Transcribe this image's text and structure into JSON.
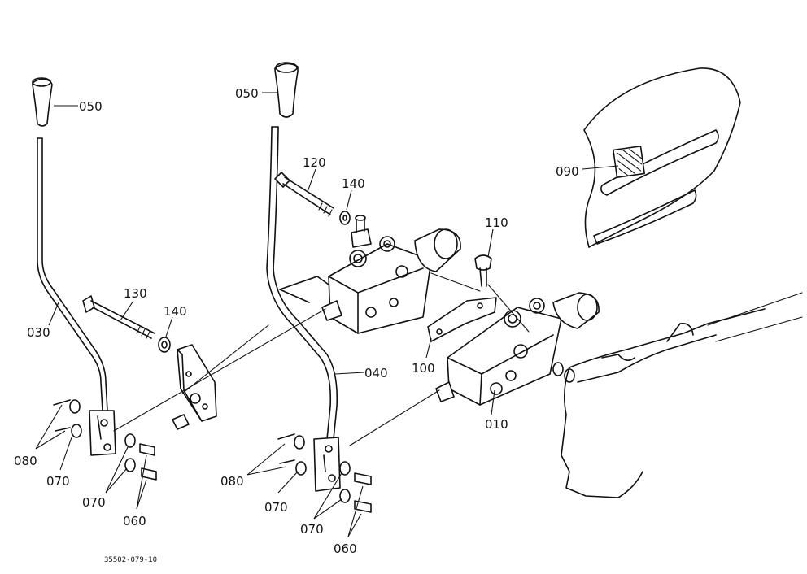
{
  "diagram": {
    "callouts": {
      "c050_left": "050",
      "c050_right": "050",
      "c120": "120",
      "c140_top": "140",
      "c110": "110",
      "c090": "090",
      "c130": "130",
      "c140_left": "140",
      "c030": "030",
      "c040": "040",
      "c100": "100",
      "c010": "010",
      "c080_left": "080",
      "c070_left_a": "070",
      "c070_left_b": "070",
      "c060_left": "060",
      "c080_right": "080",
      "c070_right_a": "070",
      "c070_right_b": "070",
      "c060_right": "060"
    },
    "drawing_number": "35502-079-10"
  }
}
